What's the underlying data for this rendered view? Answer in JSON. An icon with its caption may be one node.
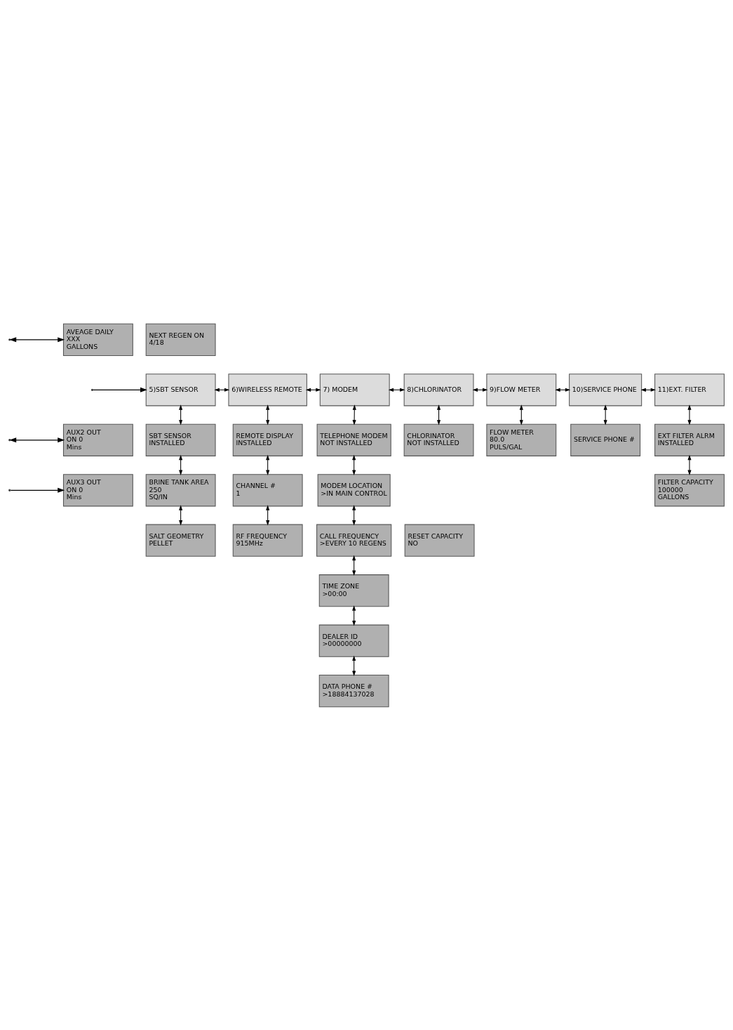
{
  "diagram": {
    "nodes": [
      {
        "text": [
          "AVEAGE DAILY",
          "XXX",
          "GALLONS"
        ]
      },
      {
        "text": [
          "NEXT REGEN ON",
          "4/18"
        ]
      },
      {
        "text": [
          "AUX2 OUT",
          "ON 0",
          "Mins"
        ]
      },
      {
        "text": [
          "AUX3 OUT",
          "ON 0",
          "Mins"
        ]
      },
      {
        "text": [
          "5)SBT SENSOR"
        ]
      },
      {
        "text": [
          "6)WIRELESS REMOTE"
        ]
      },
      {
        "text": [
          "7) MODEM"
        ]
      },
      {
        "text": [
          "8)CHLORINATOR"
        ]
      },
      {
        "text": [
          "9)FLOW METER"
        ]
      },
      {
        "text": [
          "10)SERVICE PHONE"
        ]
      },
      {
        "text": [
          "11)EXT. FILTER"
        ]
      },
      {
        "text": [
          "SBT SENSOR",
          "INSTALLED"
        ]
      },
      {
        "text": [
          "BRINE TANK AREA",
          "250",
          "SQ/IN"
        ]
      },
      {
        "text": [
          "SALT GEOMETRY",
          "PELLET"
        ]
      },
      {
        "text": [
          "REMOTE DISPLAY",
          "INSTALLED"
        ]
      },
      {
        "text": [
          "CHANNEL #",
          "1"
        ]
      },
      {
        "text": [
          "RF FREQUENCY",
          "915MHz"
        ]
      },
      {
        "text": [
          "TELEPHONE MODEM",
          "NOT INSTALLED"
        ]
      },
      {
        "text": [
          "MODEM LOCATION",
          ">IN MAIN CONTROL"
        ]
      },
      {
        "text": [
          "CALL FREQUENCY",
          ">EVERY 10 REGENS"
        ]
      },
      {
        "text": [
          "TIME ZONE",
          ">00:00"
        ]
      },
      {
        "text": [
          "DEALER ID",
          ">00000000"
        ]
      },
      {
        "text": [
          "DATA PHONE #",
          ">18884137028"
        ]
      },
      {
        "text": [
          "CHLORINATOR",
          "NOT INSTALLED"
        ]
      },
      {
        "text": [
          "FLOW METER",
          "80.0",
          "PULS/GAL"
        ]
      },
      {
        "text": [
          "SERVICE PHONE #"
        ]
      },
      {
        "text": [
          "EXT FILTER ALRM",
          "INSTALLED"
        ]
      },
      {
        "text": [
          "FILTER CAPACITY",
          "100000",
          "GALLONS"
        ]
      },
      {
        "text": [
          "RESET CAPACITY",
          "NO"
        ]
      }
    ],
    "edges": [
      {
        "from": null,
        "to": 0,
        "arrow": "both"
      },
      {
        "from": null,
        "to": 2,
        "arrow": "both"
      },
      {
        "from": null,
        "to": 3,
        "arrow": "to"
      },
      {
        "from": null,
        "to": 4,
        "arrow": "to"
      },
      {
        "from": 4,
        "to": 5,
        "arrow": "both"
      },
      {
        "from": 5,
        "to": 6,
        "arrow": "both"
      },
      {
        "from": 6,
        "to": 7,
        "arrow": "both"
      },
      {
        "from": 7,
        "to": 8,
        "arrow": "both"
      },
      {
        "from": 8,
        "to": 9,
        "arrow": "both"
      },
      {
        "from": 9,
        "to": 10,
        "arrow": "both"
      },
      {
        "from": 4,
        "to": 11,
        "arrow": "both"
      },
      {
        "from": 11,
        "to": 12,
        "arrow": "both"
      },
      {
        "from": 12,
        "to": 13,
        "arrow": "both"
      },
      {
        "from": 5,
        "to": 14,
        "arrow": "both"
      },
      {
        "from": 14,
        "to": 15,
        "arrow": "both"
      },
      {
        "from": 15,
        "to": 16,
        "arrow": "both"
      },
      {
        "from": 6,
        "to": 17,
        "arrow": "both"
      },
      {
        "from": 17,
        "to": 18,
        "arrow": "both"
      },
      {
        "from": 18,
        "to": 19,
        "arrow": "both"
      },
      {
        "from": 19,
        "to": 20,
        "arrow": "both"
      },
      {
        "from": 20,
        "to": 21,
        "arrow": "both"
      },
      {
        "from": 21,
        "to": 22,
        "arrow": "both"
      },
      {
        "from": 7,
        "to": 23,
        "arrow": "both"
      },
      {
        "from": 8,
        "to": 24,
        "arrow": "both"
      },
      {
        "from": 9,
        "to": 25,
        "arrow": "both"
      },
      {
        "from": 10,
        "to": 26,
        "arrow": "both"
      },
      {
        "from": 26,
        "to": 27,
        "arrow": "both"
      }
    ]
  }
}
